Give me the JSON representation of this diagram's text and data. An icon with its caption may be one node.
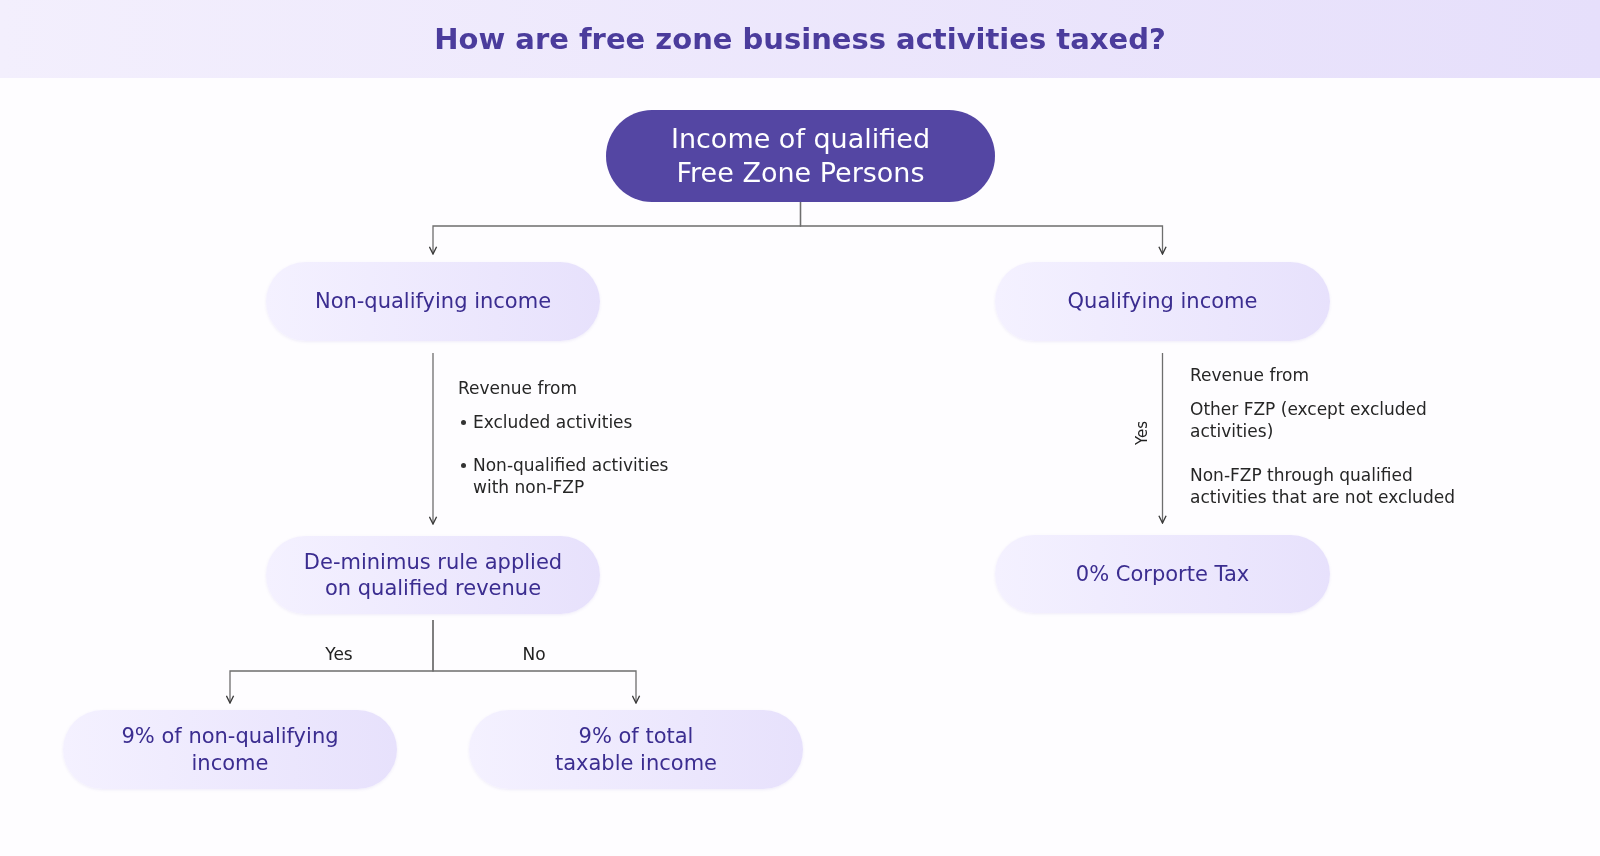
{
  "diagram": {
    "title": "How are free zone business activities taxed?",
    "nodes": [
      {
        "text": [
          "Income of qualified Free Zone Persons"
        ]
      },
      {
        "text": [
          "Non-qualifying income"
        ]
      },
      {
        "text": [
          "Qualifying income"
        ]
      },
      {
        "text": [
          "De-minimus rule applied on qualified revenue"
        ]
      },
      {
        "text": [
          "0% Corporte Tax"
        ]
      },
      {
        "text": [
          "9% of non-qualifying income"
        ]
      },
      {
        "text": [
          "9% of total taxable income"
        ]
      }
    ],
    "edges": [
      {
        "from": 0,
        "to": 1,
        "arrow": "to"
      },
      {
        "from": 0,
        "to": 2,
        "arrow": "to"
      },
      {
        "from": 1,
        "to": 3,
        "arrow": "to"
      },
      {
        "from": 2,
        "to": 4,
        "arrow": "to",
        "label": "Yes"
      },
      {
        "from": 3,
        "to": 5,
        "arrow": "to",
        "label": "Yes"
      },
      {
        "from": 3,
        "to": 6,
        "arrow": "to",
        "label": "No"
      }
    ],
    "labels": [
      "Revenue from",
      "Excluded activities",
      "Non-qualified activities with non-FZP",
      "Revenue from",
      "Other FZP (except excluded activities)",
      "Non-FZP through qualified activities that are not excluded"
    ]
  }
}
